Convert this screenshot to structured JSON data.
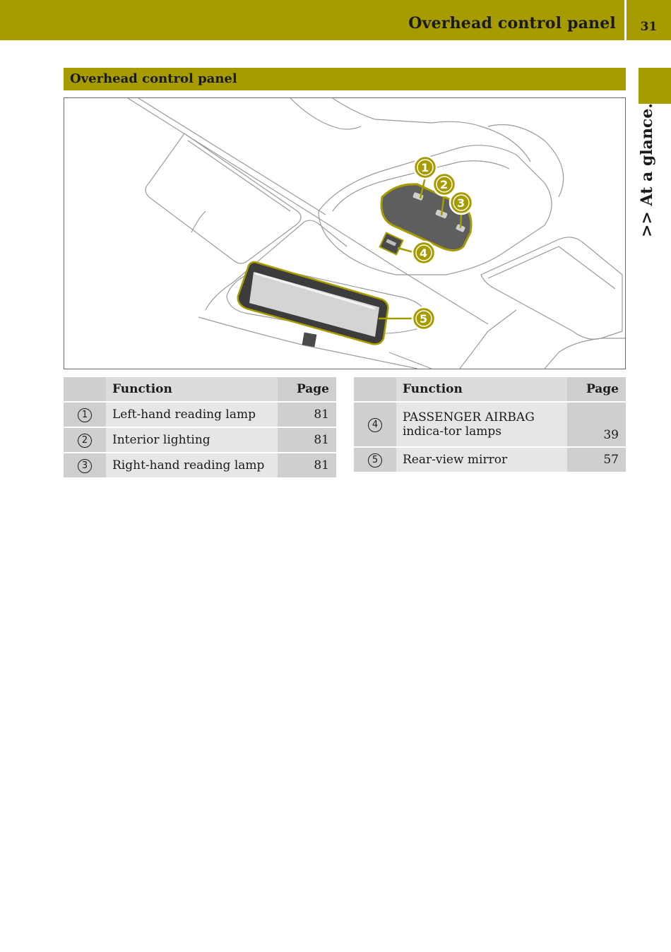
{
  "header": {
    "title": "Overhead control panel",
    "page_number": "31"
  },
  "side_tab": {
    "label": ">> At a glance."
  },
  "section": {
    "heading": "Overhead control panel"
  },
  "figure": {
    "callouts": [
      "1",
      "2",
      "3",
      "4",
      "5"
    ],
    "accent_color": "#a69c00"
  },
  "table_left": {
    "headers": {
      "function": "Function",
      "page": "Page"
    },
    "rows": [
      {
        "num": "1",
        "function": "Left-hand reading lamp",
        "page": "81"
      },
      {
        "num": "2",
        "function": "Interior lighting",
        "page": "81"
      },
      {
        "num": "3",
        "function": "Right-hand reading lamp",
        "page": "81"
      }
    ]
  },
  "table_right": {
    "headers": {
      "function": "Function",
      "page": "Page"
    },
    "rows": [
      {
        "num": "4",
        "function": "PASSENGER AIRBAG indica-tor lamps",
        "page": "39"
      },
      {
        "num": "5",
        "function": "Rear-view mirror",
        "page": "57"
      }
    ]
  }
}
